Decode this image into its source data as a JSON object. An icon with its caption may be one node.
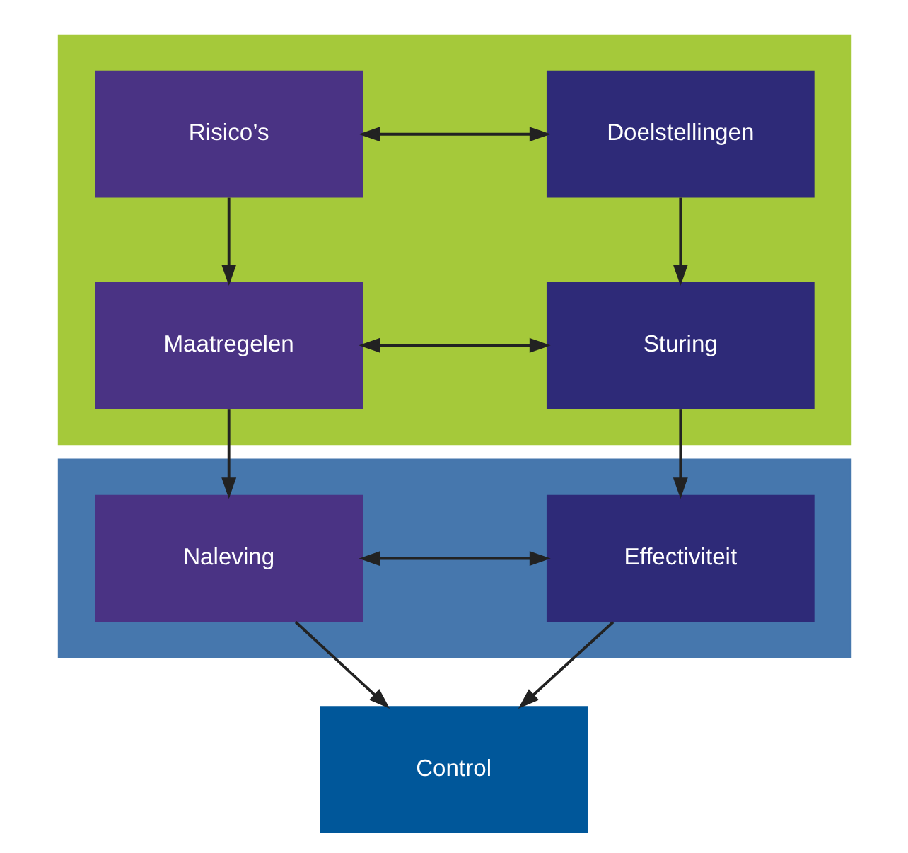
{
  "diagram": {
    "nodes": [
      {
        "text": [],
        "shape": "box"
      },
      {
        "text": [
          "Doelstellingen"
        ],
        "in": 0
      },
      {
        "text": [
          "Risico’s"
        ],
        "in": 0
      },
      {
        "text": [
          "Sturing"
        ],
        "in": 0
      },
      {
        "text": [
          "Maatregelen"
        ],
        "in": 0
      },
      {
        "text": [],
        "shape": "box"
      },
      {
        "text": [
          "Effectiviteit"
        ],
        "in": 5
      },
      {
        "text": [
          "Naleving"
        ],
        "in": 5
      },
      {
        "text": [
          "Control"
        ]
      }
    ],
    "edges": [
      {
        "from": 1,
        "to": 2,
        "arrow": "both"
      },
      {
        "from": 1,
        "to": 3,
        "arrow": "to"
      },
      {
        "from": 2,
        "to": 4,
        "arrow": "to"
      },
      {
        "from": 3,
        "to": 4,
        "arrow": "both"
      },
      {
        "from": 3,
        "to": 6,
        "arrow": "to"
      },
      {
        "from": 4,
        "to": 7,
        "arrow": "to"
      },
      {
        "from": 6,
        "to": 7,
        "arrow": "both"
      },
      {
        "from": 6,
        "to": 8,
        "arrow": "to"
      },
      {
        "from": 7,
        "to": 8,
        "arrow": "to"
      }
    ]
  }
}
